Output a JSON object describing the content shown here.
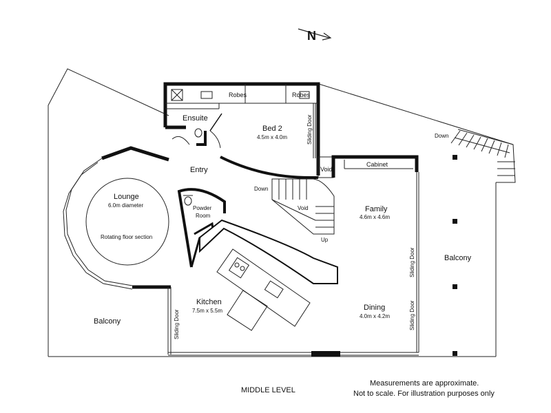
{
  "compass": {
    "label": "N"
  },
  "rooms": {
    "ensuite": "Ensuite",
    "robes_left": "Robes",
    "robes_right": "Robes",
    "bed2": "Bed 2",
    "bed2_size": "4.5m x 4.0m",
    "sliding_door_bed": "Sliding Door",
    "entry": "Entry",
    "void_top": "Void",
    "void_stair": "Void",
    "cabinet": "Cabinet",
    "lounge": "Lounge",
    "lounge_size": "6.0m diameter",
    "rotating": "Rotating floor section",
    "powder_room_1": "Powder",
    "powder_room_2": "Room",
    "down_stair": "Down",
    "up_stair": "Up",
    "down_balcony": "Down",
    "family": "Family",
    "family_size": "4.6m x 4.6m",
    "kitchen": "Kitchen",
    "kitchen_size": "7.5m x 5.5m",
    "dining": "Dining",
    "dining_size": "4.0m x 4.2m",
    "sliding_door_kitchen": "Sliding Door",
    "sliding_door_family": "Sliding Door",
    "sliding_door_dining": "Sliding Door",
    "balcony_right": "Balcony",
    "balcony_left": "Balcony"
  },
  "footer": {
    "level": "MIDDLE  LEVEL",
    "note1": "Measurements are approximate.",
    "note2": "Not to scale.  For illustration purposes only"
  }
}
